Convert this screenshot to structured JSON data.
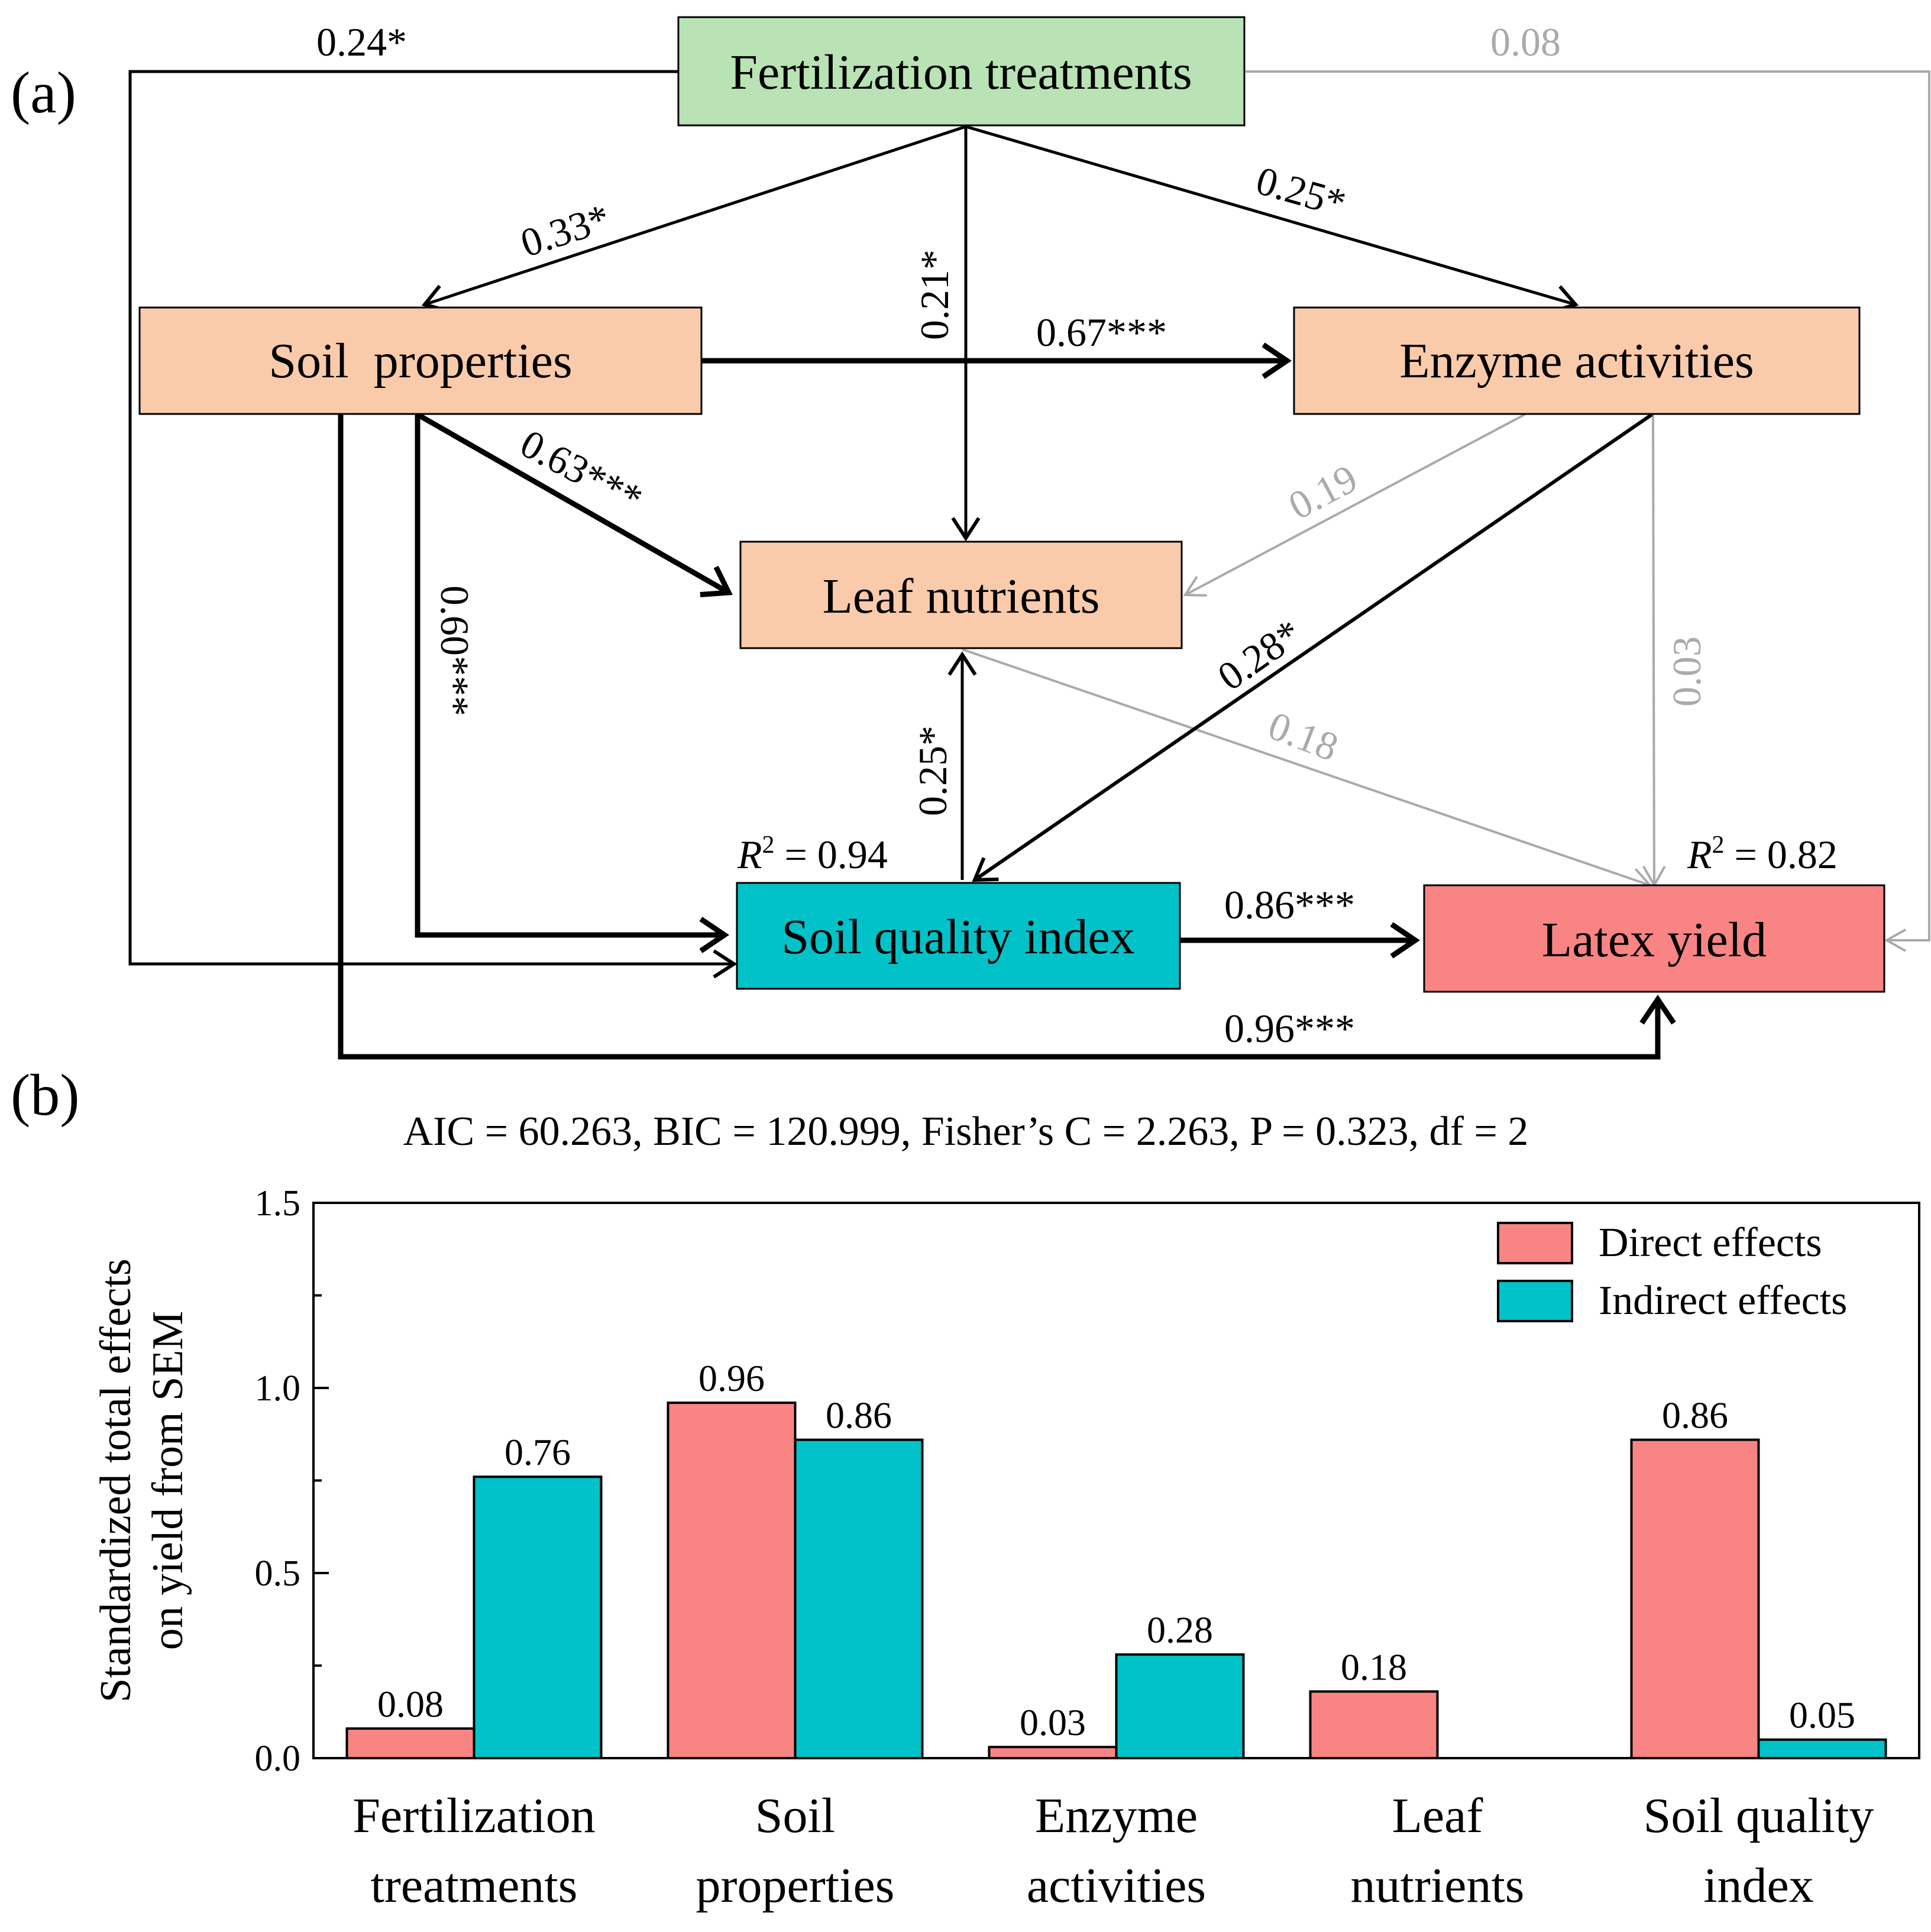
{
  "panel_labels": {
    "a": "(a)",
    "b": "(b)"
  },
  "sem": {
    "nodes": {
      "fert": {
        "label": "Fertilization treatments",
        "fill": "#b9e2b5"
      },
      "soil": {
        "label": "Soil  properties",
        "fill": "#f9cbab"
      },
      "enz": {
        "label": "Enzyme activities",
        "fill": "#f9cbab"
      },
      "leaf": {
        "label": "Leaf nutrients",
        "fill": "#f9cbab"
      },
      "sqi": {
        "label": "Soil quality index",
        "fill": "#00c2c8"
      },
      "latex": {
        "label": "Latex yield",
        "fill": "#f98484"
      }
    },
    "paths": {
      "fert_sqi": "0.24*",
      "fert_latex": "0.08",
      "fert_soil": "0.33*",
      "fert_leaf": "0.21*",
      "fert_enz": "0.25*",
      "soil_enz": "0.67***",
      "soil_leaf": "0.63***",
      "soil_sqi": "0.60***",
      "enz_leaf": "0.19",
      "enz_sqi": "0.28*",
      "enz_latex": "0.03",
      "leaf_latex": "0.18",
      "sqi_leaf": "0.25*",
      "sqi_latex": "0.86***",
      "soil_latex": "0.96***"
    },
    "r2": {
      "sqi": {
        "label": "R",
        "sup": "2",
        "value": " = 0.94"
      },
      "latex": {
        "label": "R",
        "sup": "2",
        "value": " = 0.82"
      }
    },
    "colors": {
      "significant": "#000000",
      "nonsignificant": "#aaaaaa"
    }
  },
  "fit_stats": "AIC = 60.263, BIC = 120.999, Fisher’s C = 2.263, P = 0.323, df = 2",
  "chart_data": {
    "type": "bar",
    "ylabel_lines": [
      "Standardized total effects",
      "on yield from SEM"
    ],
    "ylim": [
      0,
      1.5
    ],
    "yticks": [
      0.0,
      0.5,
      1.0,
      1.5
    ],
    "ytick_labels": [
      "0.0",
      "0.5",
      "1.0",
      "1.5"
    ],
    "categories": [
      [
        "Fertilization",
        "treatments"
      ],
      [
        "Soil",
        "properties"
      ],
      [
        "Enzyme",
        "activities"
      ],
      [
        "Leaf",
        "nutrients"
      ],
      [
        "Soil quality",
        "index"
      ]
    ],
    "series": [
      {
        "name": "Direct effects",
        "color": "#f98484",
        "values": [
          0.08,
          0.96,
          0.03,
          0.18,
          0.86
        ],
        "labels": [
          "0.08",
          "0.96",
          "0.03",
          "0.18",
          "0.86"
        ]
      },
      {
        "name": "Indirect effects",
        "color": "#00c2c8",
        "values": [
          0.76,
          0.86,
          0.28,
          null,
          0.05
        ],
        "labels": [
          "0.76",
          "0.86",
          "0.28",
          "",
          "0.05"
        ]
      }
    ],
    "legend_position": "top-right",
    "grid": false
  }
}
